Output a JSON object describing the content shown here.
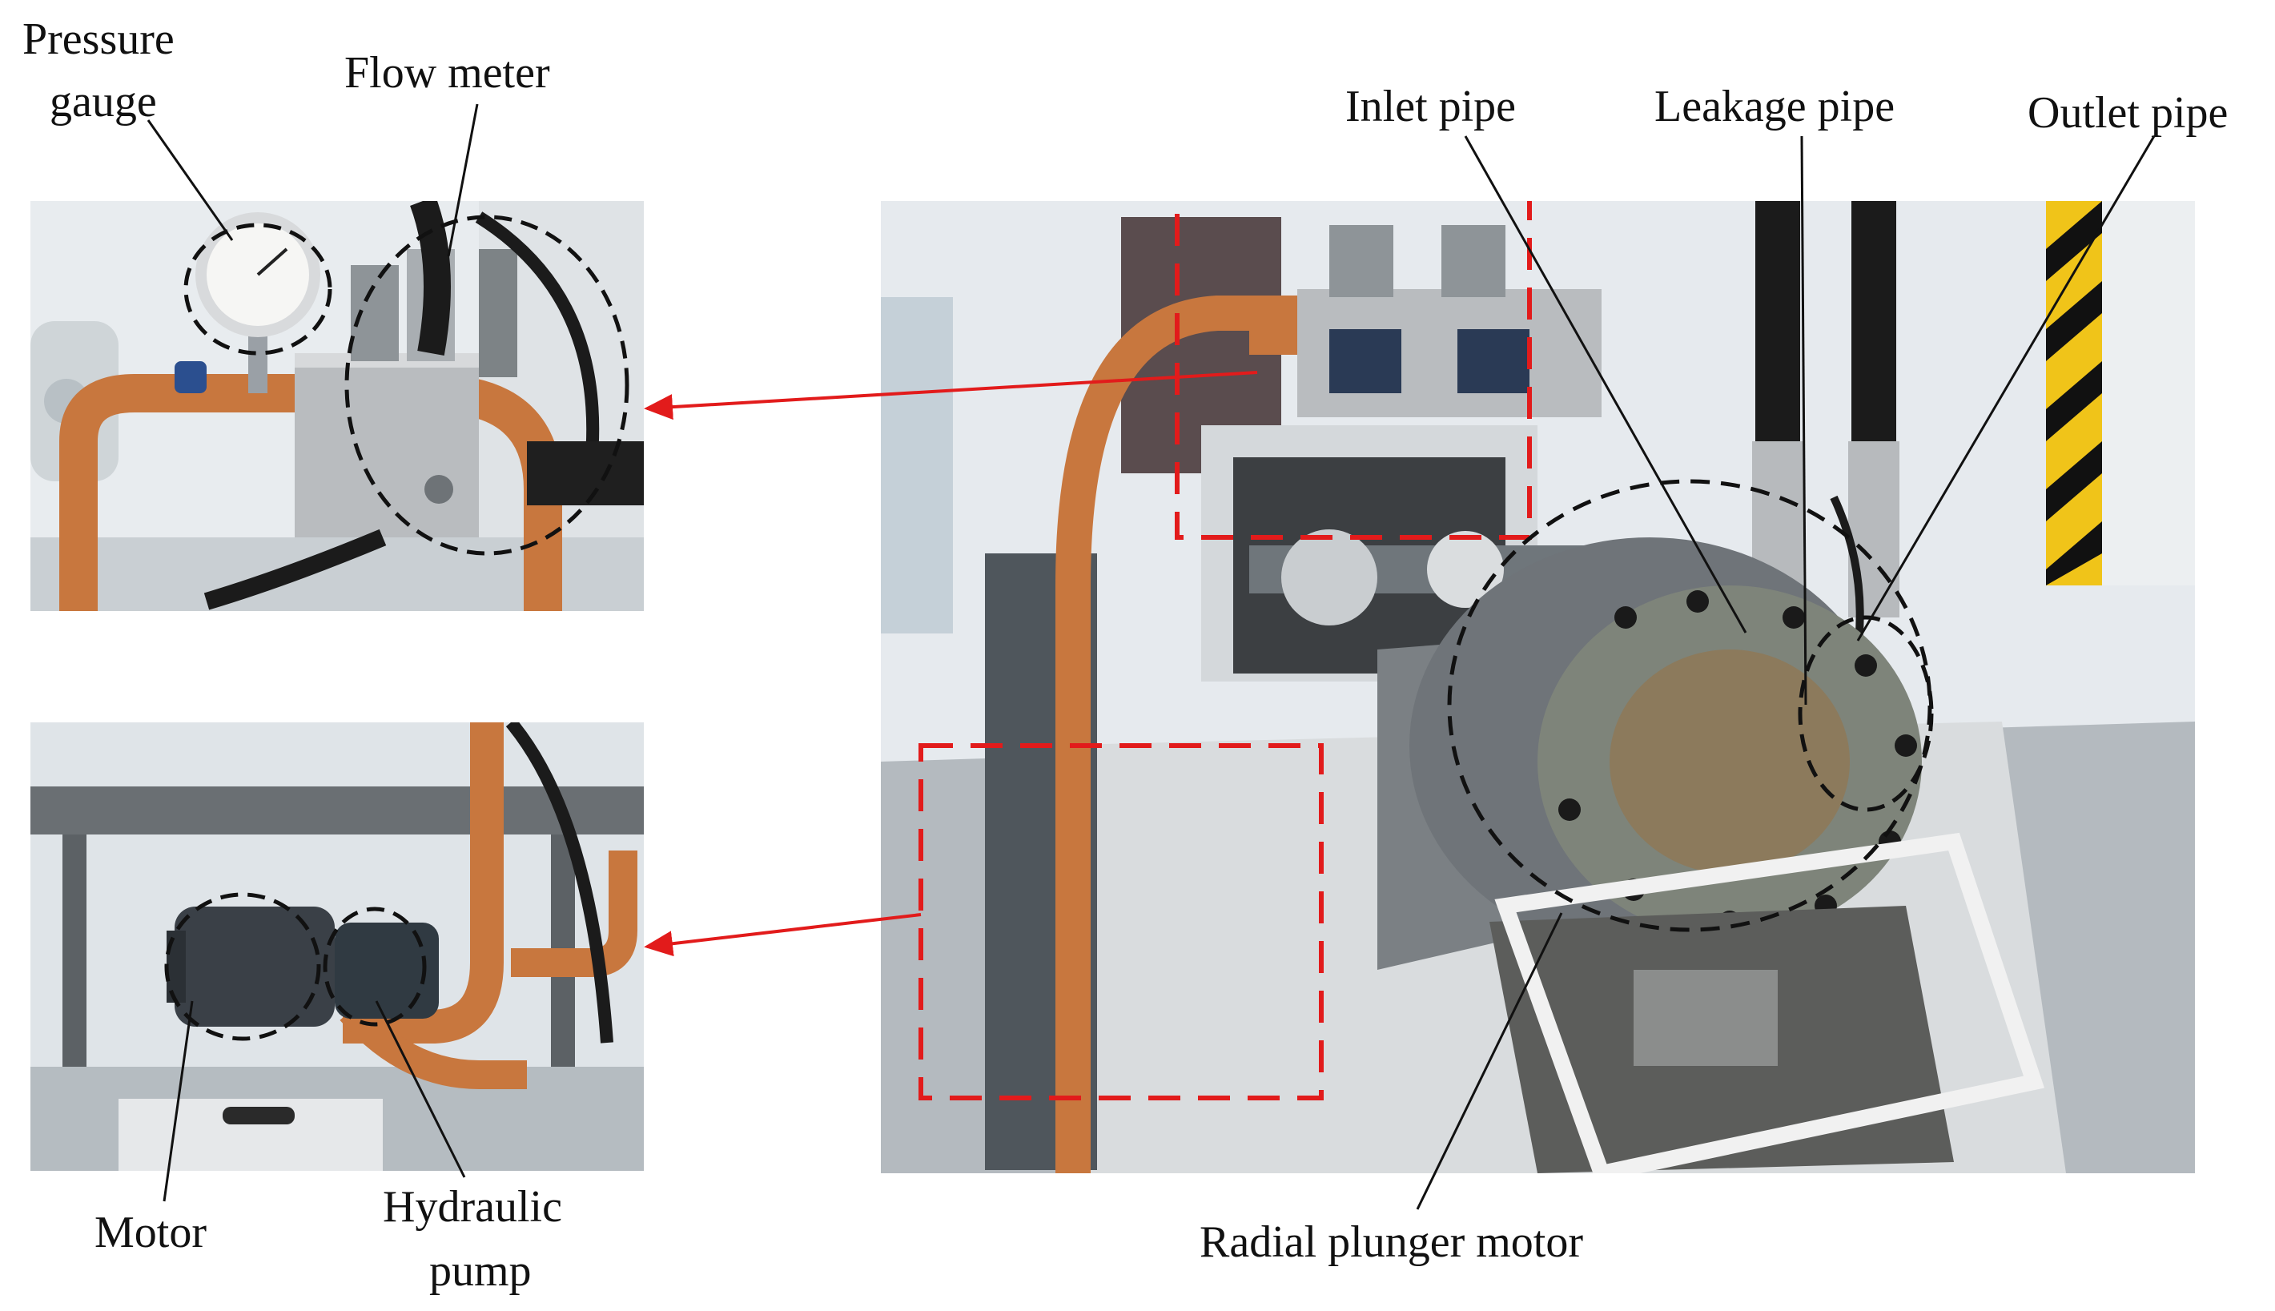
{
  "labels": {
    "pressure_line1": "Pressure",
    "pressure_line2": "gauge",
    "flow_meter": "Flow meter",
    "inlet_pipe": "Inlet pipe",
    "leakage_pipe": "Leakage pipe",
    "outlet_pipe": "Outlet pipe",
    "motor": "Motor",
    "pump_line1": "Hydraulic",
    "pump_line2": "pump",
    "radial_motor": "Radial plunger motor"
  },
  "colors": {
    "callout_red": "#e21b1b",
    "copper_pipe": "#c8773e",
    "steel": "#9aa0a6",
    "hose": "#1b1b1b",
    "wall": "#e9edf0"
  }
}
